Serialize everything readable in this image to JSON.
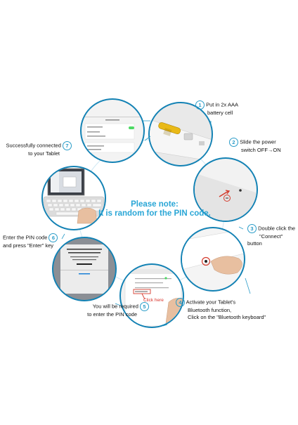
{
  "center_note": {
    "line1": "Please note:",
    "line2": "It is random for the PIN code."
  },
  "steps": [
    {
      "number": "1",
      "line1": "Put in 2x AAA",
      "line2": "battery cell"
    },
    {
      "number": "2",
      "line1": "Slide the power",
      "line2": "switch OFF→ON"
    },
    {
      "number": "3",
      "line1": "Double click the",
      "line2": "\"Connect\" button"
    },
    {
      "number": "4",
      "line1": "Activate your Tablet's",
      "line2": "Bluetooth function,",
      "line3": "Click on the \"Bluetooth keyboard\""
    },
    {
      "number": "5",
      "line1": "You will be required",
      "line2": "to enter the PIN code"
    },
    {
      "number": "6",
      "line1": "Enter the PIN code",
      "line2": "and press \"Enter\" key"
    },
    {
      "number": "7",
      "line1": "Successfully connected",
      "line2": "to your Tablet"
    }
  ],
  "screen_step4": {
    "callout": "Click here"
  },
  "colors": {
    "accent": "#2a9cc8",
    "ring": "#3fb3dc",
    "callout_red": "#d9332b"
  }
}
